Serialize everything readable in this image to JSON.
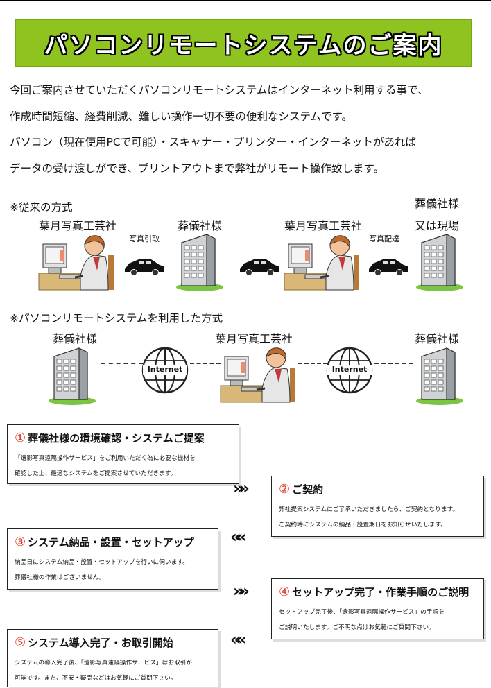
{
  "title": "パソコンリモートシステムのご案内",
  "intro": [
    "今回ご案内させていただくパソコンリモートシステムはインターネット利用する事で、",
    "作成時間短縮、経費削減、難しい操作一切不要の便利なシステムです。",
    "パソコン（現在使用PCで可能）・スキャナー・プリンター・インターネットがあれば",
    "データの受け渡しができ、プリントアウトまで弊社がリモート操作致します。"
  ],
  "conventional": {
    "heading": "※従来の方式",
    "company": "葉月写真工芸社",
    "funeral": "葬儀社様",
    "photo_pickup": "写真引取",
    "photo_delivery": "写真配達",
    "destination_line1": "葬儀社様",
    "destination_line2": "又は現場"
  },
  "remote": {
    "heading": "※パソコンリモートシステムを利用した方式",
    "left": "葬儀社様",
    "center": "葉月写真工芸社",
    "right": "葬儀社様",
    "globe_label": "Internet"
  },
  "steps": [
    {
      "num": "①",
      "title": "葬儀社様の環境確認・システムご提案",
      "lines": [
        "「遺影写真遠隔操作サービス」をご利用いただく為に必要な機材を",
        "確認した上、最適なシステムをご提案させていただきます。"
      ]
    },
    {
      "num": "②",
      "title": "ご契約",
      "lines": [
        "弊社提案システムにご了承いただきましたら、ご契約となります。",
        "ご契約時にシステムの納品・設置期日をお知らせいたします。"
      ]
    },
    {
      "num": "③",
      "title": "システム納品・設置・セットアップ",
      "lines": [
        "納品日にシステム納品・設置・セットアップを行いに伺います。",
        "葬儀社様の作業はございません。"
      ]
    },
    {
      "num": "④",
      "title": "セットアップ完了・作業手順のご説明",
      "lines": [
        "セットアップ完了後、「遺影写真遠隔操作サービス」の手順を",
        "ご説明いたします。ご不明な点はお気軽にご質問下さい。"
      ]
    },
    {
      "num": "⑤",
      "title": "システム導入完了・お取引開始",
      "lines": [
        "システムの導入完了後、「遺影写真遠隔操作サービス」はお取引が",
        "可能です。また、不安・疑問などはお気軽にご質問下さい。"
      ]
    }
  ],
  "arrows": {
    "right": "»»",
    "left": "««"
  }
}
